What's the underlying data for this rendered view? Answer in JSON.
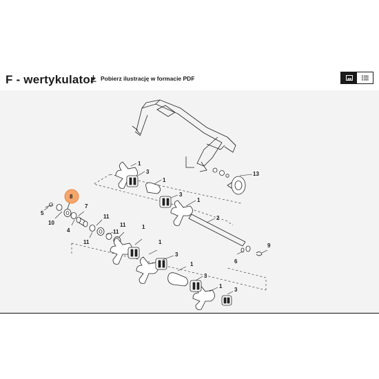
{
  "page": {
    "title": "F - wertykulator",
    "download_label": "Pobierz ilustrację w formacie PDF"
  },
  "view_toggle": {
    "active": "image-view",
    "options": [
      "image-view-icon",
      "list-view-icon"
    ]
  },
  "diagram": {
    "highlight_color": "#f5a66b",
    "highlighted_part": "8",
    "callouts": {
      "c1a": "1",
      "c1b": "1",
      "c1c": "1",
      "c1d": "1",
      "c1e": "1",
      "c1f": "1",
      "c2": "2",
      "c3a": "3",
      "c3b": "3",
      "c3c": "3",
      "c3d": "3",
      "c3e": "3",
      "c4": "4",
      "c5": "5",
      "c6": "6",
      "c7": "7",
      "c8": "8",
      "c9": "9",
      "c10": "10",
      "c11a": "11",
      "c11b": "11",
      "c11c": "11",
      "c11d": "11",
      "c13": "13"
    }
  }
}
